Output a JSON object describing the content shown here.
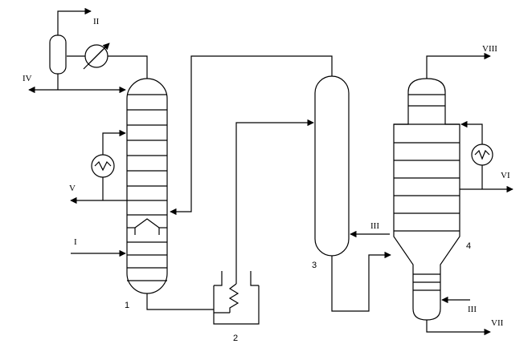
{
  "stream_labels": {
    "feed_in": "I",
    "top_vapor_out": "II",
    "steam_in_col3": "III",
    "steam_in_col4": "III",
    "reflux_line": "IV",
    "side_draw_col1": "V",
    "side_draw_col4": "VI",
    "bottom_out_col4": "VII",
    "top_out_col4": "VIII"
  },
  "equipment_numbers": {
    "column_1": "1",
    "furnace_2": "2",
    "column_3": "3",
    "column_4": "4"
  },
  "colors": {
    "line": "#000000",
    "background": "#ffffff"
  }
}
